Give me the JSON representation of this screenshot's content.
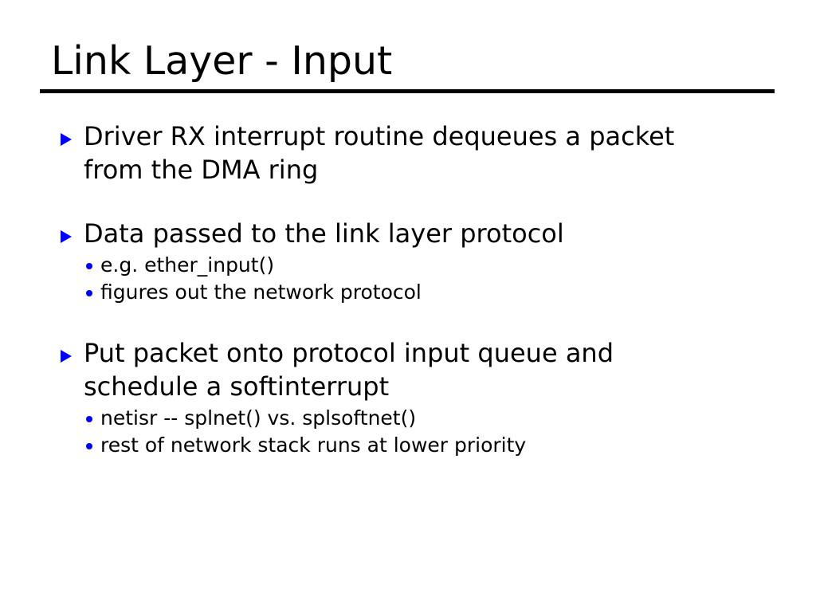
{
  "slide": {
    "title": "Link Layer - Input",
    "background_color": "#ffffff",
    "text_color": "#000000",
    "bullet_color": "#0000FF",
    "rule_color": "#000000",
    "bullets": [
      {
        "marker": "blue-triangle-bullet-icon",
        "text": "Driver RX interrupt routine dequeues a packet from the DMA ring",
        "sub_bullets": []
      },
      {
        "marker": "blue-triangle-bullet-icon",
        "text": "Data passed to the link layer protocol",
        "sub_bullets": [
          {
            "marker": "blue-dot-bullet-icon",
            "text": "e.g. ether_input()"
          },
          {
            "marker": "blue-dot-bullet-icon",
            "text": "figures out the network protocol"
          }
        ]
      },
      {
        "marker": "blue-triangle-bullet-icon",
        "text": "Put packet onto protocol input queue and schedule a softinterrupt",
        "sub_bullets": [
          {
            "marker": "blue-dot-bullet-icon",
            "text": "netisr -- splnet() vs. splsoftnet()"
          },
          {
            "marker": "blue-dot-bullet-icon",
            "text": "rest of network stack runs at lower priority"
          }
        ]
      }
    ]
  }
}
